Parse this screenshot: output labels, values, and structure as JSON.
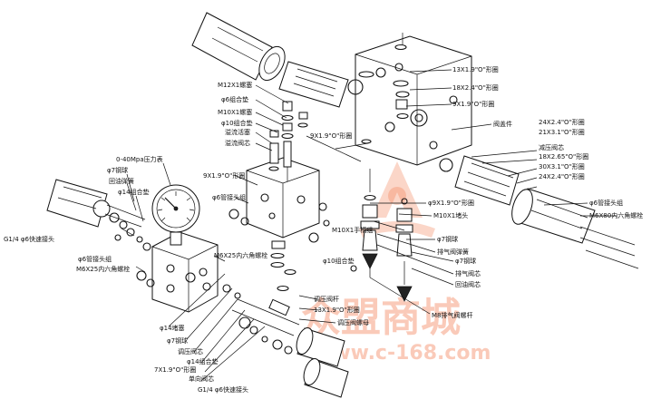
{
  "labels": {
    "r1": "13X1.9\"O\"形圈",
    "r2": "18X2.4\"O\"形圈",
    "r3": "9X1.9\"O\"形圈",
    "r4": "阀盖件",
    "r5": "24X2.4\"O\"形圈",
    "r6": "21X3.1\"O\"形圈",
    "r7": "减压阀芯",
    "r8": "18X2.65\"O\"形圈",
    "r9": "30X3.1\"O\"形圈",
    "r10": "24X2.4\"O\"形圈",
    "r11": "φ6管接头组",
    "r12": "M6X80内六角螺栓",
    "t1": "M12X1螺塞",
    "t2": "φ6组合垫",
    "t3": "M10X1螺塞",
    "t4": "φ10组合垫",
    "t5": "溢流活塞",
    "t6": "溢流阀芯",
    "t7": "9X1.9\"O\"形圈",
    "t8": "9X1.9\"O\"形圈",
    "t9": "φ6管接头组",
    "m1": "φ9X1.9\"O\"形圈",
    "m2": "M10X1堵头",
    "m3": "M10X1手柄组",
    "m4": "φ7钢球",
    "m5": "排气阀弹簧",
    "m6": "φ10组合垫",
    "m7": "M6X25内六角螺栓",
    "m8": "φ7钢球",
    "m9": "排气阀芯",
    "m10": "回油阀芯",
    "m11": "M8排气阀螺杆",
    "l1": "0-40Mpa压力表",
    "l2": "φ7钢球",
    "l3": "回油弹簧",
    "l4": "φ14组合垫",
    "l5": "G1/4 φ6快速接头",
    "l6": "φ6管接头组",
    "l7": "M6X25内六角螺栓",
    "b1": "调压阀杆",
    "b2": "13X1.9\"O\"形圈",
    "b3": "调压阀螺母",
    "b4": "φ14堵塞",
    "b5": "φ7钢球",
    "b6": "调压阀芯",
    "b7": "φ14组合垫",
    "b8": "7X1.9\"O\"形圈",
    "b9": "单向阀芯",
    "b10": "G1/4 φ6快速接头"
  },
  "watermark": {
    "brand": "众盟商城",
    "url": "www.c-168.com",
    "color": "#f26b3a"
  }
}
